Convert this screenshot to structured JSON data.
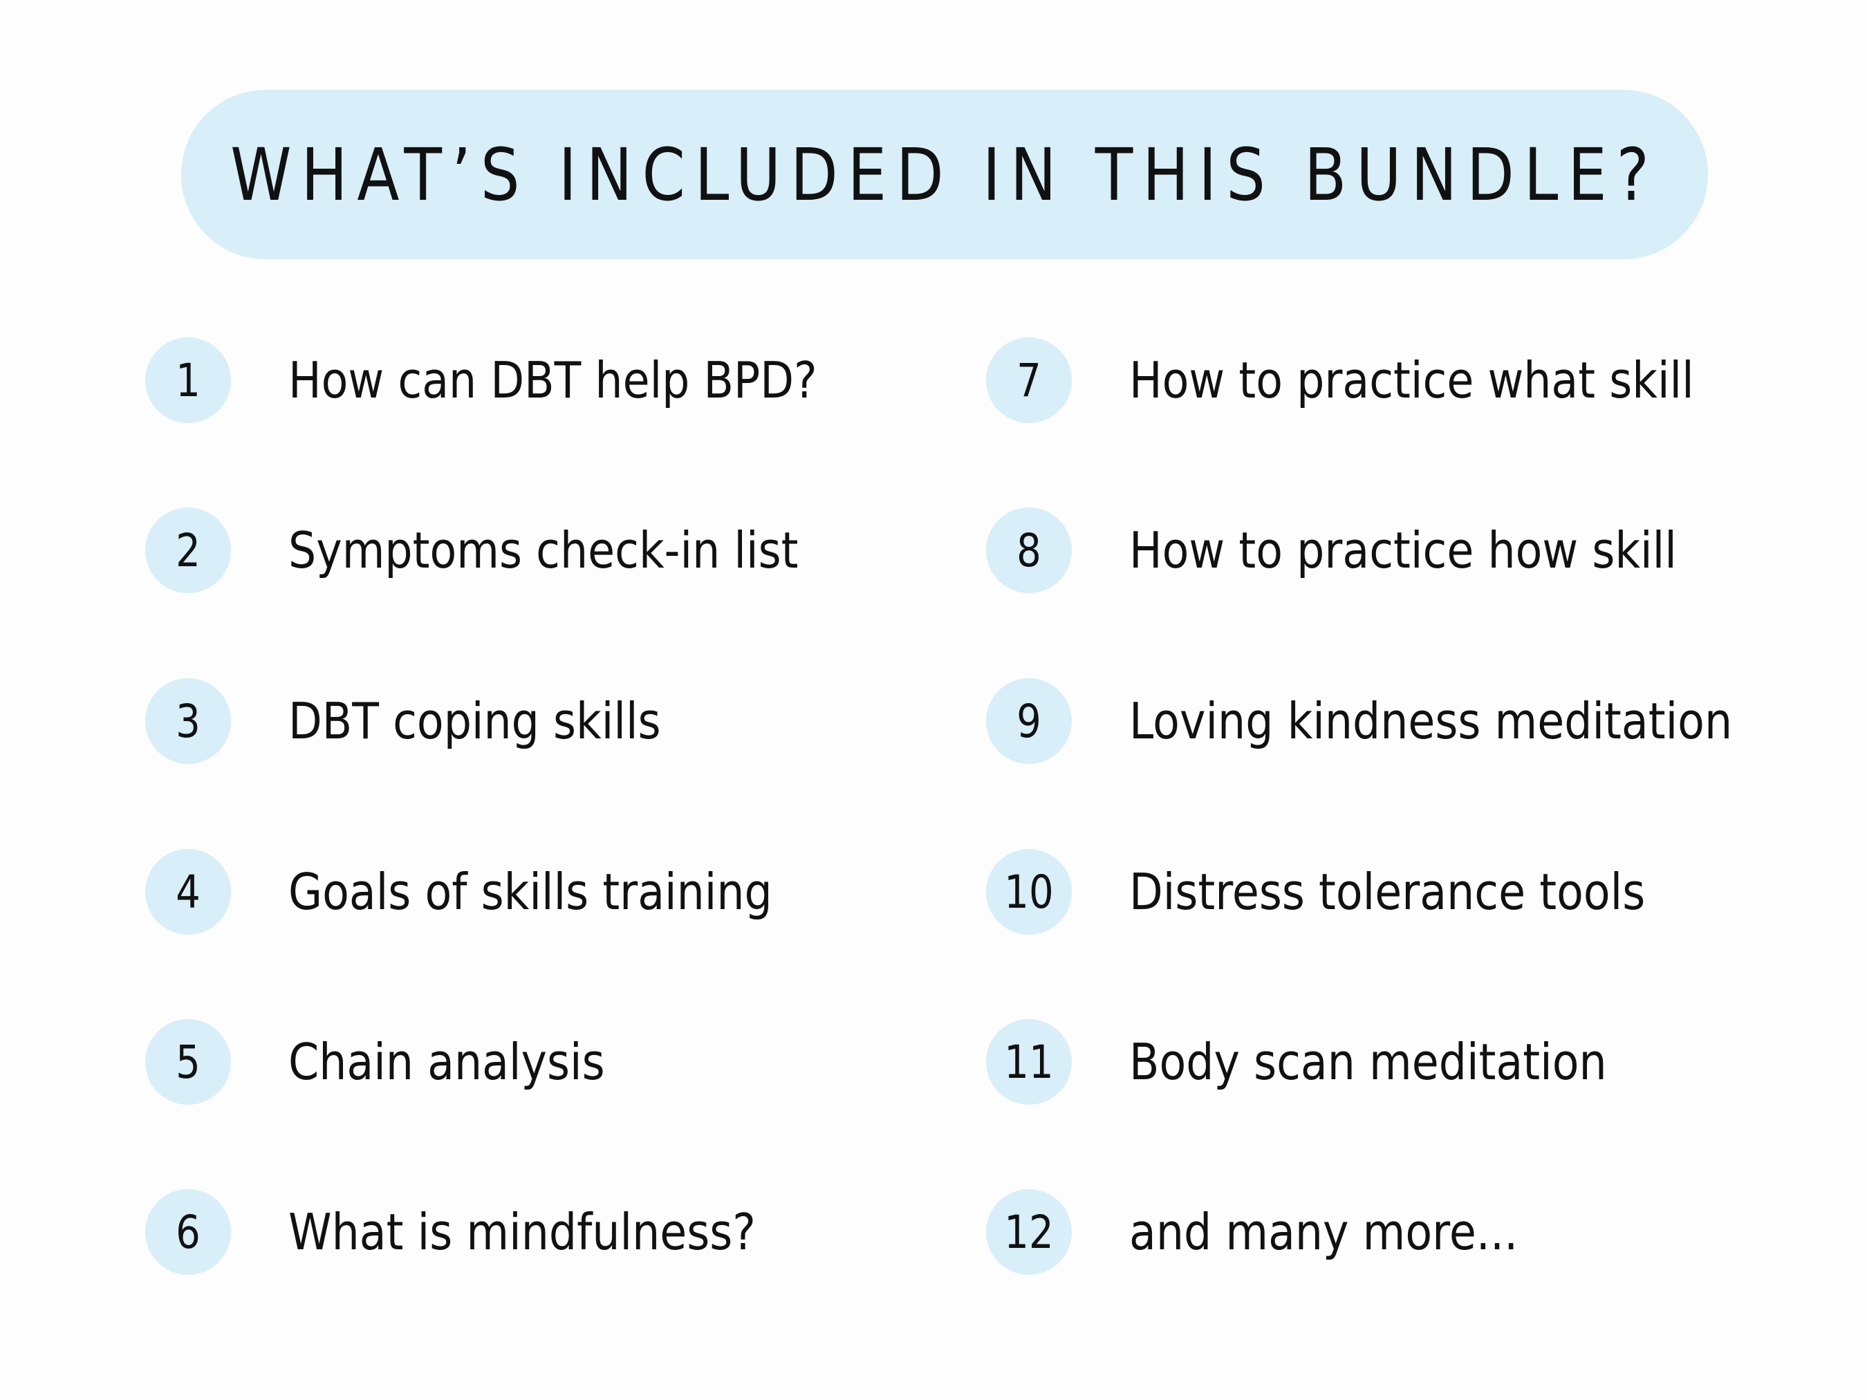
{
  "title": "WHAT’S INCLUDED IN THIS BUNDLE?",
  "colors": {
    "accent": "#d8eef8",
    "text": "#111111",
    "background": "#fdfdfd"
  },
  "columns": [
    {
      "items": [
        {
          "number": "1",
          "label": "How can DBT help BPD?"
        },
        {
          "number": "2",
          "label": "Symptoms check-in list"
        },
        {
          "number": "3",
          "label": "DBT coping skills"
        },
        {
          "number": "4",
          "label": "Goals of skills training"
        },
        {
          "number": "5",
          "label": "Chain analysis"
        },
        {
          "number": "6",
          "label": "What is mindfulness?"
        }
      ]
    },
    {
      "items": [
        {
          "number": "7",
          "label": "How to practice what skill"
        },
        {
          "number": "8",
          "label": "How to practice how skill"
        },
        {
          "number": "9",
          "label": "Loving kindness meditation"
        },
        {
          "number": "10",
          "label": "Distress tolerance tools"
        },
        {
          "number": "11",
          "label": "Body scan meditation"
        },
        {
          "number": "12",
          "label": "and many more..."
        }
      ]
    }
  ]
}
